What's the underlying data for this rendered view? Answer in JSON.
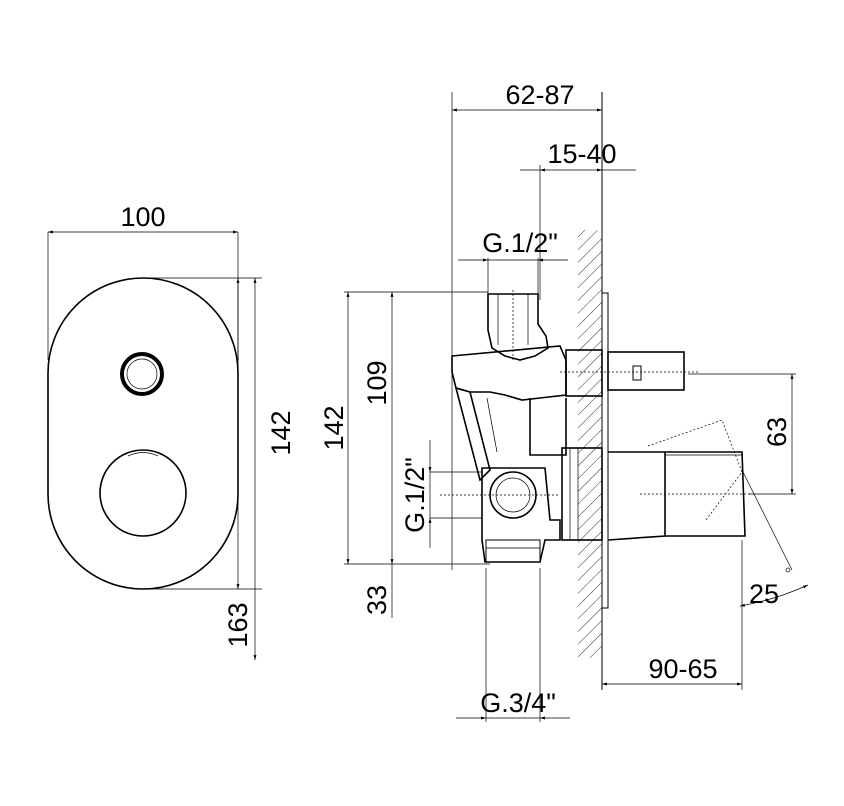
{
  "dimensions": {
    "plate_width": "100",
    "plate_height": "142",
    "plate_total": "163",
    "depth_range": "62-87",
    "wall_range": "15-40",
    "thread_top": "G.1/2\"",
    "thread_side": "G.1/2\"",
    "thread_bottom": "G.3/4\"",
    "body_height": "142",
    "inlet_height": "109",
    "bottom_offset": "33",
    "outlet_spacing": "63",
    "handle_range": "90-65",
    "rotation_angle": "25"
  }
}
